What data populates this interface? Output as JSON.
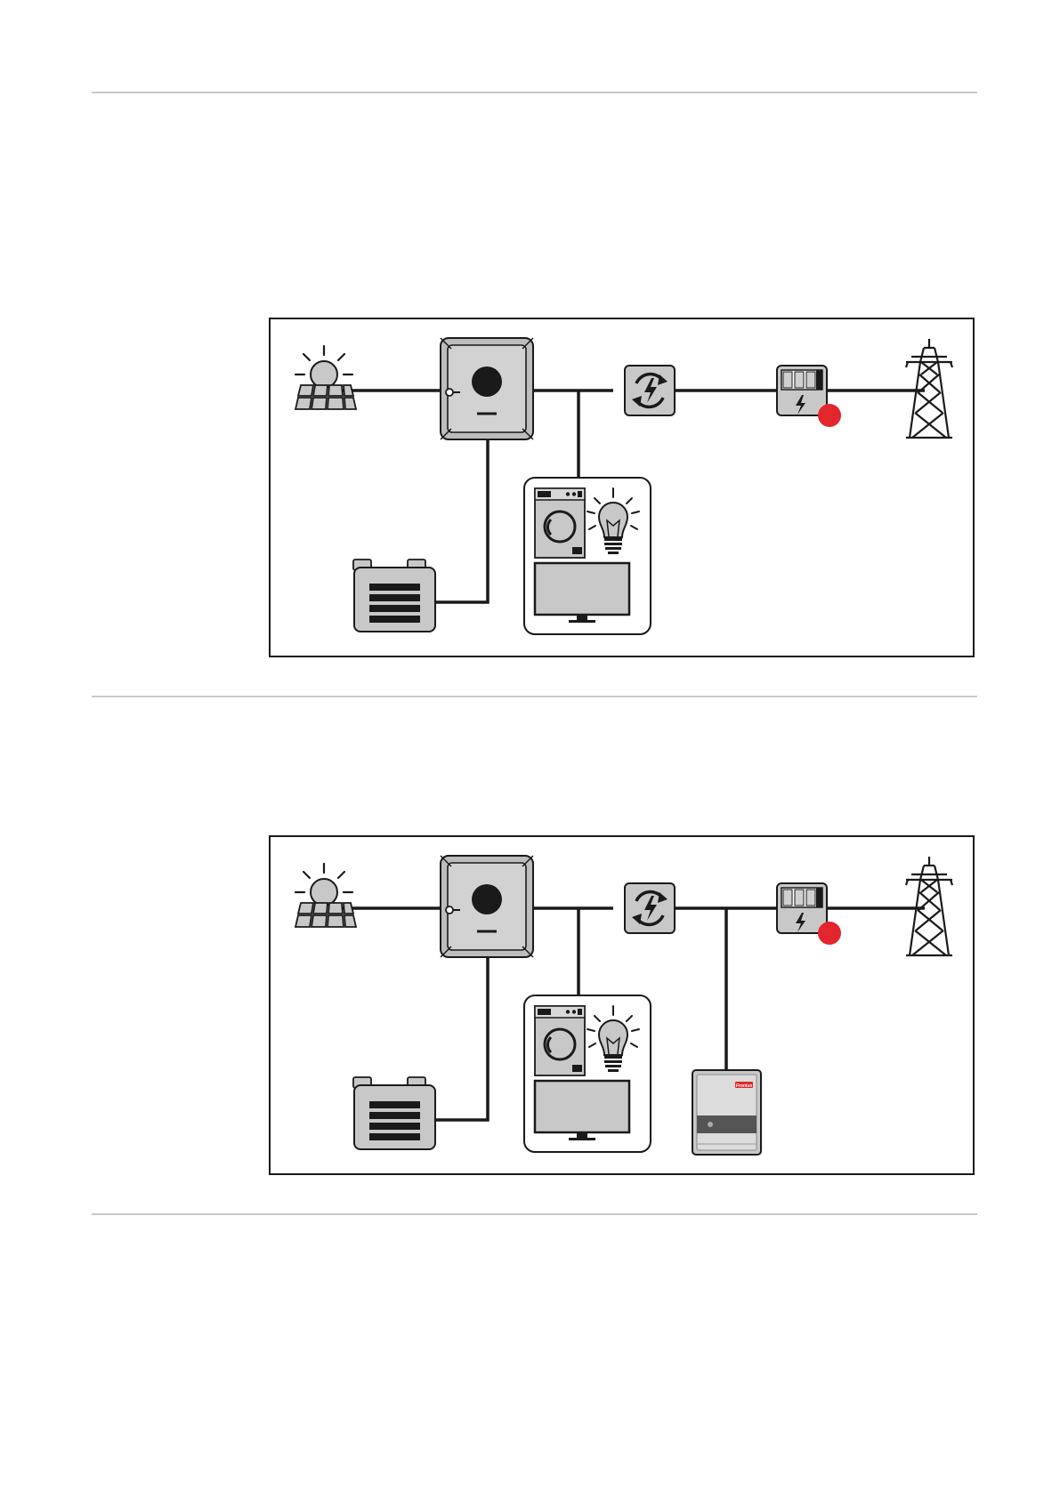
{
  "colors": {
    "line": "#1a1a1a",
    "device_fill": "#c8c8c8",
    "device_dark": "#a8a8a8",
    "indicator": "#e3262d",
    "brand": "#e3262d"
  },
  "diagrams": [
    {
      "components": [
        "solar-panel-icon",
        "hybrid-inverter-icon",
        "power-switch-icon",
        "energy-meter-icon",
        "power-grid-pylon-icon",
        "battery-icon",
        "household-loads-icon"
      ],
      "indicator_on": "energy-meter"
    },
    {
      "components": [
        "solar-panel-icon",
        "hybrid-inverter-icon",
        "power-switch-icon",
        "energy-meter-icon",
        "power-grid-pylon-icon",
        "battery-icon",
        "household-loads-icon",
        "secondary-inverter-icon"
      ],
      "indicator_on": "energy-meter",
      "secondary_inverter_brand": "Fronius"
    }
  ]
}
